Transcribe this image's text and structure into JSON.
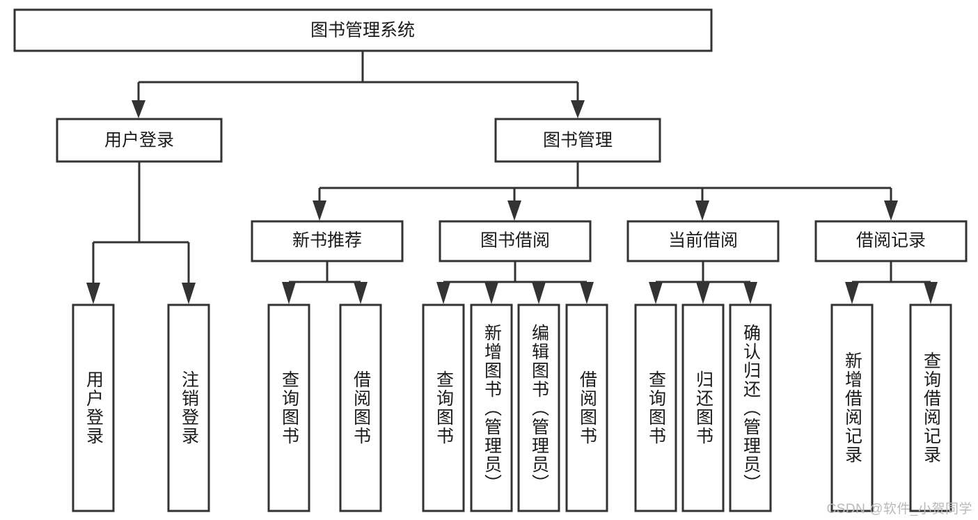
{
  "diagram": {
    "title": "图书管理系统",
    "type": "tree-hierarchy-chart",
    "watermark": "CSDN @软件_小贺同学",
    "colors": {
      "box_stroke": "#333333",
      "box_fill": "#ffffff",
      "connector": "#333333",
      "text": "#1a1a1a",
      "watermark": "#b9b9b9",
      "background": "#ffffff"
    },
    "root": {
      "label": "图书管理系统"
    },
    "level1": [
      {
        "id": "user-login",
        "label": "用户登录"
      },
      {
        "id": "book-management",
        "label": "图书管理"
      }
    ],
    "level2": [
      {
        "id": "new-book-recommend",
        "label": "新书推荐",
        "parent": "book-management"
      },
      {
        "id": "book-borrow",
        "label": "图书借阅",
        "parent": "book-management"
      },
      {
        "id": "current-borrow",
        "label": "当前借阅",
        "parent": "book-management"
      },
      {
        "id": "borrow-record",
        "label": "借阅记录",
        "parent": "book-management"
      }
    ],
    "leaves": {
      "user-login": [
        {
          "id": "leaf-user-login",
          "label": "用户登录"
        },
        {
          "id": "leaf-logout-login",
          "label": "注销登录"
        }
      ],
      "new-book-recommend": [
        {
          "id": "leaf-query-book-1",
          "label": "查询图书"
        },
        {
          "id": "leaf-borrow-book-1",
          "label": "借阅图书"
        }
      ],
      "book-borrow": [
        {
          "id": "leaf-query-book-2",
          "label": "查询图书"
        },
        {
          "id": "leaf-add-book",
          "label": "新增图书（管理员）"
        },
        {
          "id": "leaf-edit-book",
          "label": "编辑图书（管理员）"
        },
        {
          "id": "leaf-borrow-book-2",
          "label": "借阅图书"
        }
      ],
      "current-borrow": [
        {
          "id": "leaf-query-book-3",
          "label": "查询图书"
        },
        {
          "id": "leaf-return-book",
          "label": "归还图书"
        },
        {
          "id": "leaf-confirm-return",
          "label": "确认归还（管理员）"
        }
      ],
      "borrow-record": [
        {
          "id": "leaf-add-record",
          "label": "新增借阅记录"
        },
        {
          "id": "leaf-query-record",
          "label": "查询借阅记录"
        }
      ]
    }
  }
}
